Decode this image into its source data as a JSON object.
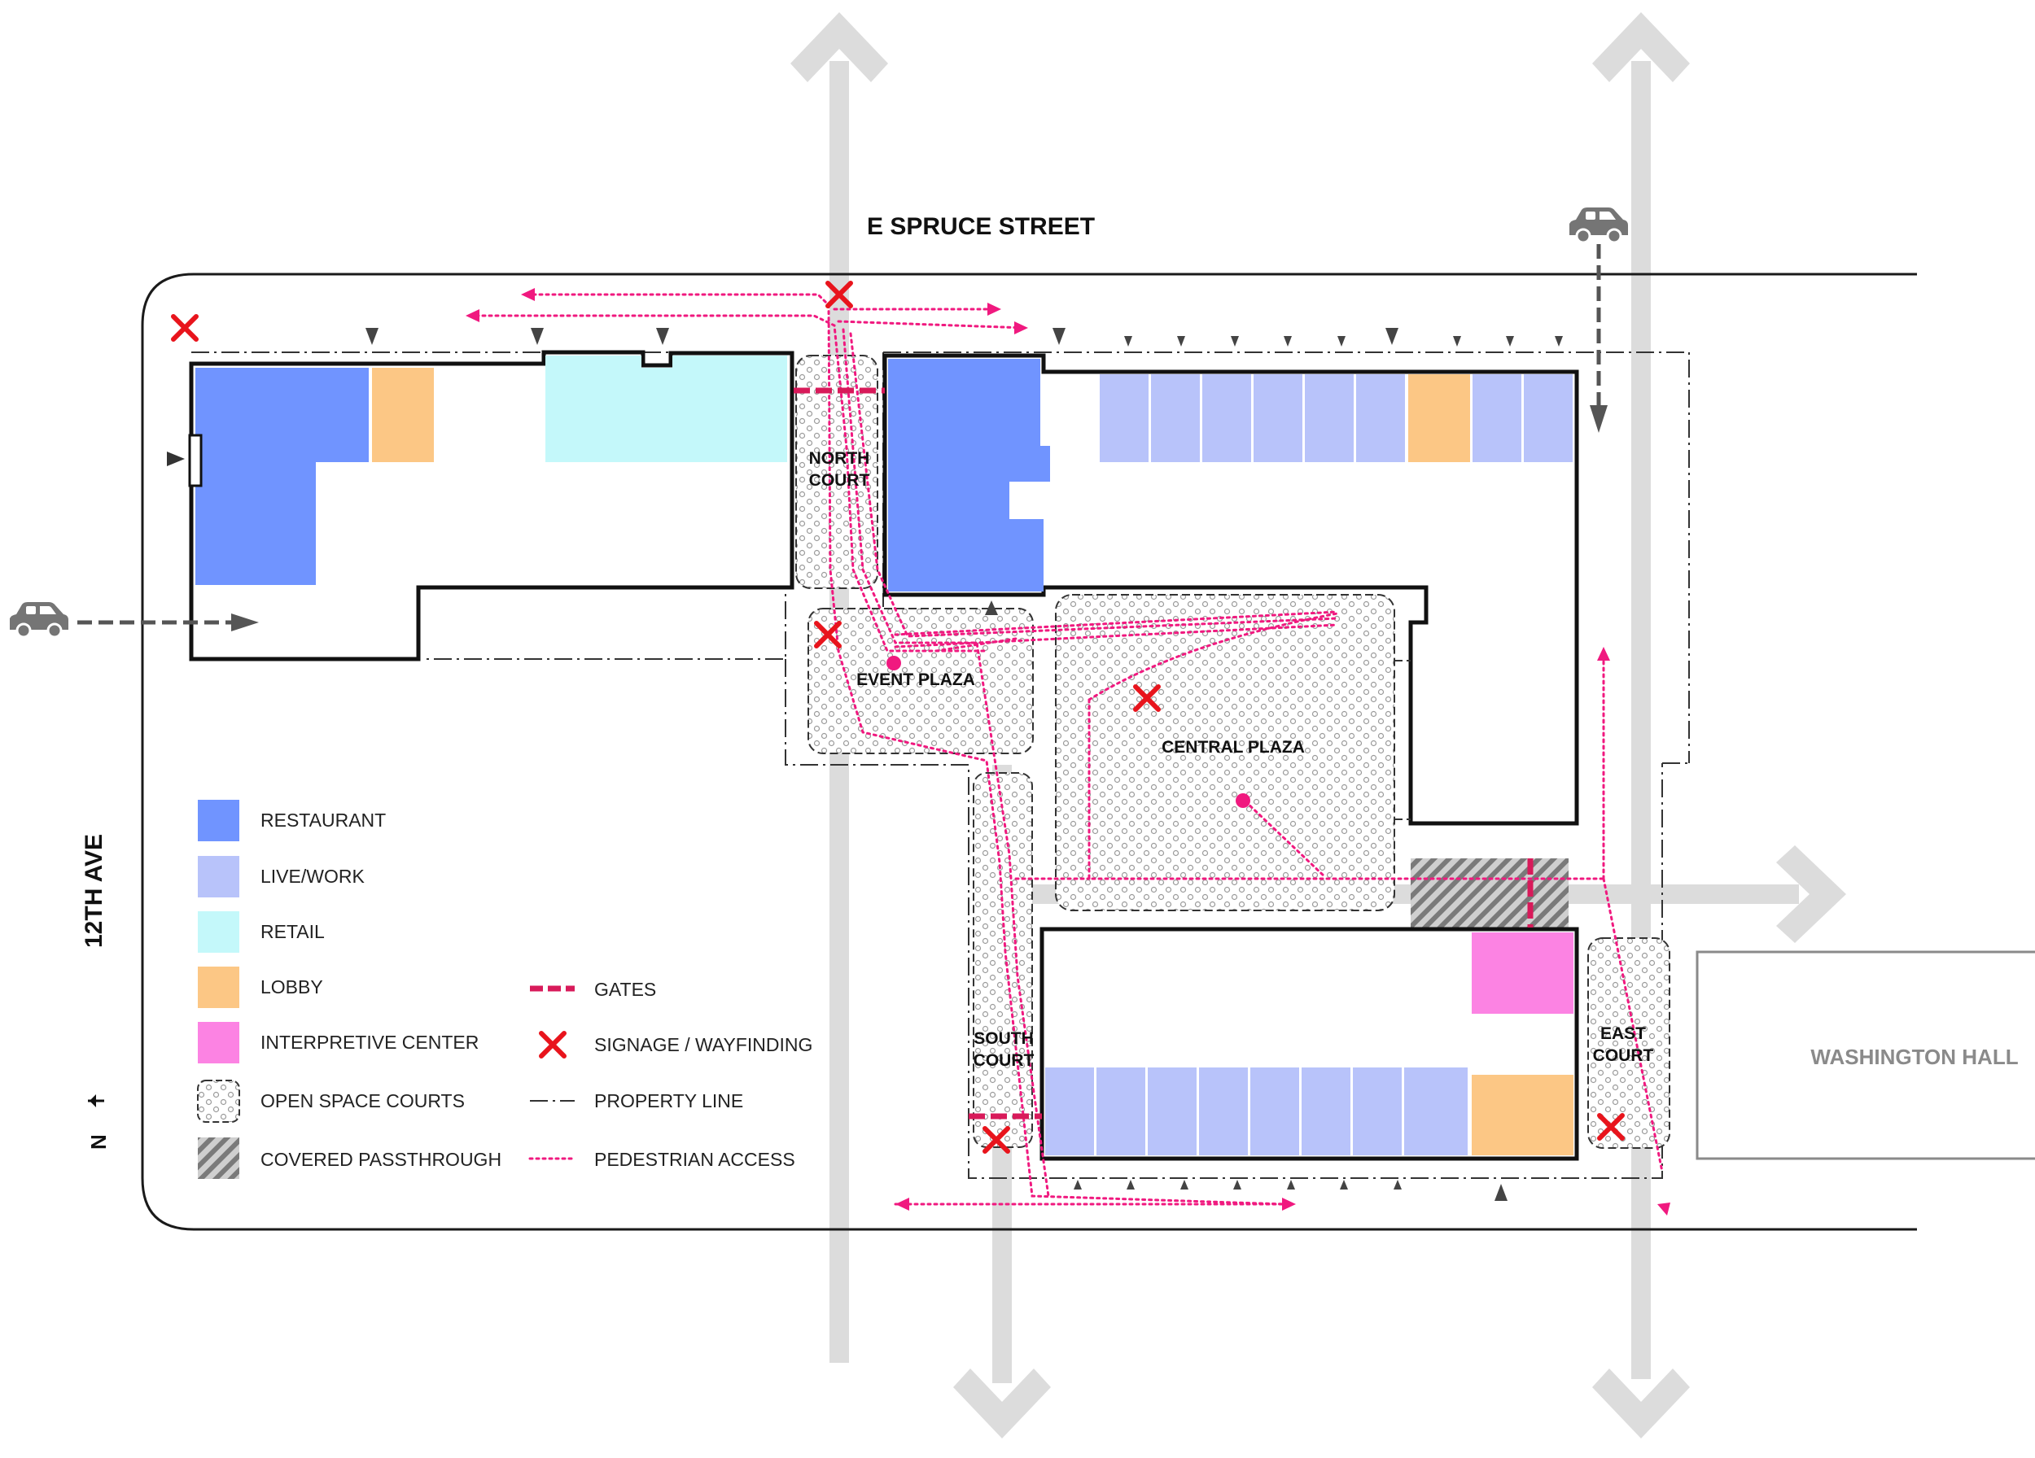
{
  "streets": {
    "north": "E SPRUCE STREET",
    "west": "12TH AVE"
  },
  "neighbor_building": "WASHINGTON HALL",
  "courts": {
    "north_line1": "NORTH",
    "north_line2": "COURT",
    "event_plaza": "EVENT PLAZA",
    "central_plaza": "CENTRAL PLAZA",
    "south_line1": "SOUTH",
    "south_line2": "COURT",
    "east_line1": "EAST",
    "east_line2": "COURT"
  },
  "north_arrow": "N",
  "legend": {
    "restaurant": "RESTAURANT",
    "live_work": "LIVE/WORK",
    "retail": "RETAIL",
    "lobby": "LOBBY",
    "interpretive_center": "INTERPRETIVE CENTER",
    "open_space_courts": "OPEN SPACE COURTS",
    "covered_passthrough": "COVERED PASSTHROUGH",
    "gates": "GATES",
    "signage": "SIGNAGE / WAYFINDING",
    "property_line": "PROPERTY LINE",
    "pedestrian_access": "PEDESTRIAN ACCESS"
  },
  "colors": {
    "restaurant": "#7094ff",
    "live_work": "#b8c3fa",
    "retail": "#c4f8fa",
    "lobby": "#fcc785",
    "interpretive_center": "#fc83e3",
    "gates": "#d81a5a",
    "signage": "#e8141c",
    "pedestrian": "#f0197f",
    "axis_arrows": "#dcdcdc",
    "vehicle": "#757575"
  },
  "icons": {
    "vehicle": "car-icon",
    "signage": "x-mark-icon",
    "north": "north-arrow-icon"
  }
}
